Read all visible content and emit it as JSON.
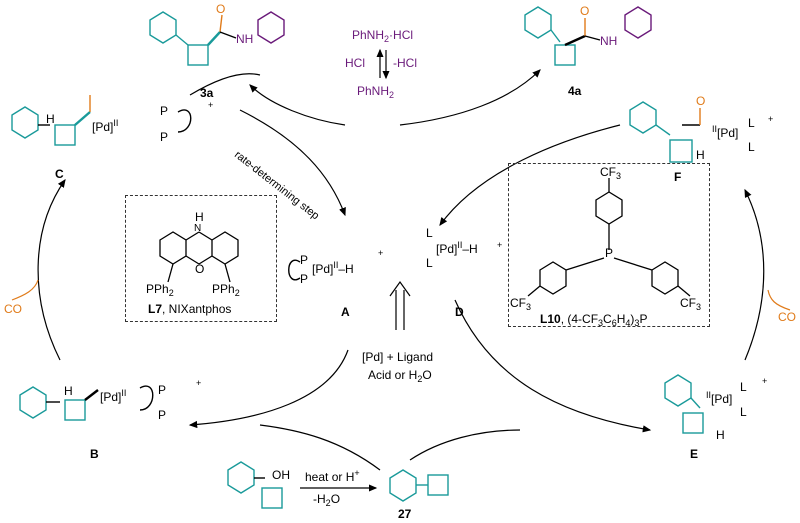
{
  "compounds": {
    "c3a": "3a",
    "c4a": "4a",
    "c27": "27"
  },
  "reagents": {
    "amine_salt": "PhNH",
    "amine_salt_sub": "2",
    "amine_salt_suffix": "·HCl",
    "hcl_plus": "HCl",
    "hcl_minus": "-HCl",
    "amine": "PhNH",
    "amine_sub": "2",
    "co_left": "CO",
    "co_right": "CO",
    "pd_ligand": "[Pd] + Ligand",
    "acid": "Acid or H",
    "acid_sub": "2",
    "acid_tail": "O",
    "heat": "heat or H",
    "heat_sup": "+",
    "water": "-H",
    "water_sub": "2",
    "water_tail": "O"
  },
  "labels": {
    "rds": "rate-determining step",
    "A": "A",
    "B": "B",
    "C": "C",
    "D": "D",
    "E": "E",
    "F": "F"
  },
  "ligands": {
    "l7_bold": "L7",
    "l7_name": ", NIXantphos",
    "l10_bold": "L10",
    "l10_name": ", (4-CF",
    "l10_sub1": "3",
    "l10_mid": "C",
    "l10_sub2": "6",
    "l10_mid2": "H",
    "l10_sub3": "4",
    "l10_tail": ")",
    "l10_sub4": "3",
    "l10_end": "P",
    "pph2_left": "PPh",
    "pph2_right": "PPh",
    "pph2_sub": "2",
    "nh": "H",
    "n": "N",
    "o": "O",
    "p": "P",
    "cf3": "CF",
    "cf3_sub": "3"
  },
  "complexes": {
    "pd_A": "[Pd]",
    "pd_A_ox": "II",
    "pd_A_h": "–H",
    "pd_D": "[Pd]",
    "pd_D_ox": "II",
    "pd_D_h": "–H",
    "pd_B": "[Pd]",
    "pd_B_ox": "II",
    "pd_C": "[Pd]",
    "pd_C_ox": "II",
    "pd_E": "[Pd]",
    "pd_E_ox": "II",
    "pd_F": "[Pd]",
    "pd_F_ox": "II",
    "P": "P",
    "L": "L",
    "plus": "+",
    "H": "H",
    "O": "O",
    "N": "N",
    "OH": "OH"
  },
  "colors": {
    "teal": "#1a9a9a",
    "orange": "#e07b1a",
    "purple": "#6a1a7a"
  }
}
